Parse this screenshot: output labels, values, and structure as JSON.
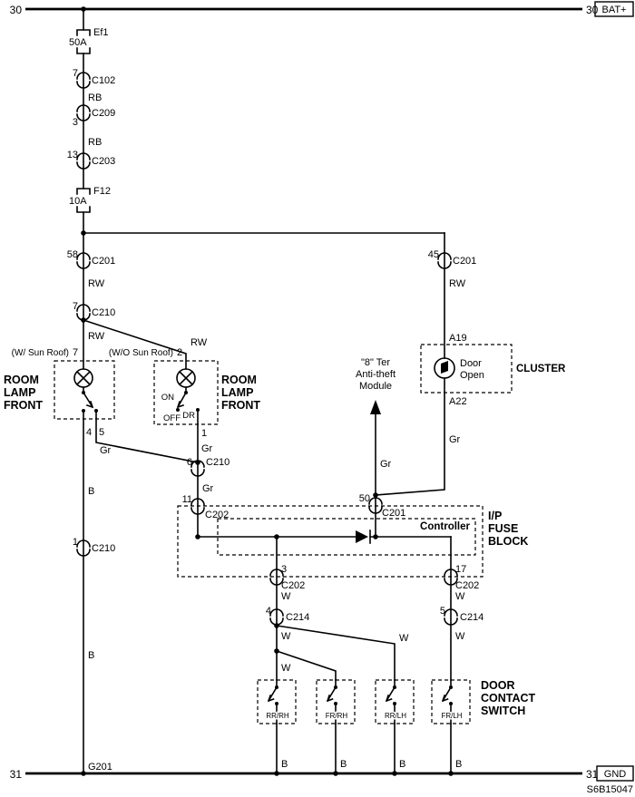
{
  "drawing_number": "S6B15047",
  "buses": {
    "top": {
      "left_label": "30",
      "right_label": "30",
      "terminal": "BAT+"
    },
    "bottom": {
      "left_label": "31",
      "right_label": "31",
      "terminal": "GND"
    }
  },
  "ground_point": "G201",
  "fuses": {
    "ef1": {
      "name": "Ef1",
      "rating": "50A"
    },
    "f12": {
      "name": "F12",
      "rating": "10A"
    }
  },
  "connectors": {
    "c102": {
      "pin": "7",
      "name": "C102"
    },
    "c209": {
      "pin": "3",
      "name": "C209"
    },
    "c203": {
      "pin": "13",
      "name": "C203"
    },
    "c201_left": {
      "pin": "58",
      "name": "C201"
    },
    "c201_right": {
      "pin": "45",
      "name": "C201"
    },
    "c201_controller": {
      "pin": "50",
      "name": "C201"
    },
    "c210_top": {
      "pin": "7",
      "name": "C210"
    },
    "c210_mid": {
      "pin": "6",
      "name": "C210"
    },
    "c210_bottom": {
      "pin": "1",
      "name": "C210"
    },
    "c202_in": {
      "pin": "11",
      "name": "C202"
    },
    "c202_out_left": {
      "pin": "3",
      "name": "C202"
    },
    "c202_out_right": {
      "pin": "17",
      "name": "C202"
    },
    "c214_left": {
      "pin": "4",
      "name": "C214"
    },
    "c214_right": {
      "pin": "5",
      "name": "C214"
    }
  },
  "wire_labels": {
    "rb1": "RB",
    "rb2": "RB",
    "rw1": "RW",
    "rw2": "RW",
    "rw3": "RW",
    "rw4": "RW",
    "gr1": "Gr",
    "gr2": "Gr",
    "gr3": "Gr",
    "gr4": "Gr",
    "gr5": "Gr",
    "b1": "B",
    "b2": "B",
    "b3": "B",
    "b4": "B",
    "b5": "B",
    "b6": "B",
    "w1": "W",
    "w2": "W",
    "w3": "W",
    "w4": "W",
    "w5": "W",
    "w6": "W"
  },
  "room_lamp_left": {
    "variant": "(W/ Sun Roof)",
    "pin_top": "7",
    "pin_bottom_left": "4",
    "pin_bottom_right": "5",
    "title": [
      "ROOM",
      "LAMP",
      "FRONT"
    ]
  },
  "room_lamp_right": {
    "variant": "(W/O Sun Roof)",
    "pin_top": "2",
    "pin_bottom": "1",
    "switch": {
      "on": "ON",
      "off": "OFF",
      "dr": "DR"
    },
    "title": [
      "ROOM",
      "LAMP",
      "FRONT"
    ]
  },
  "cluster": {
    "pin_top": "A19",
    "pin_bottom": "A22",
    "telltale": [
      "Door",
      "Open"
    ],
    "label": "CLUSTER"
  },
  "anti_theft": {
    "lines": [
      "\"8\" Ter",
      "Anti-theft",
      "Module"
    ]
  },
  "fuse_block": {
    "title": [
      "I/P",
      "FUSE",
      "BLOCK"
    ],
    "controller": "Controller"
  },
  "door_contact": {
    "title": [
      "DOOR",
      "CONTACT",
      "SWITCH"
    ],
    "switches": [
      "RR/RH",
      "FR/RH",
      "RR/LH",
      "FR/LH"
    ]
  }
}
